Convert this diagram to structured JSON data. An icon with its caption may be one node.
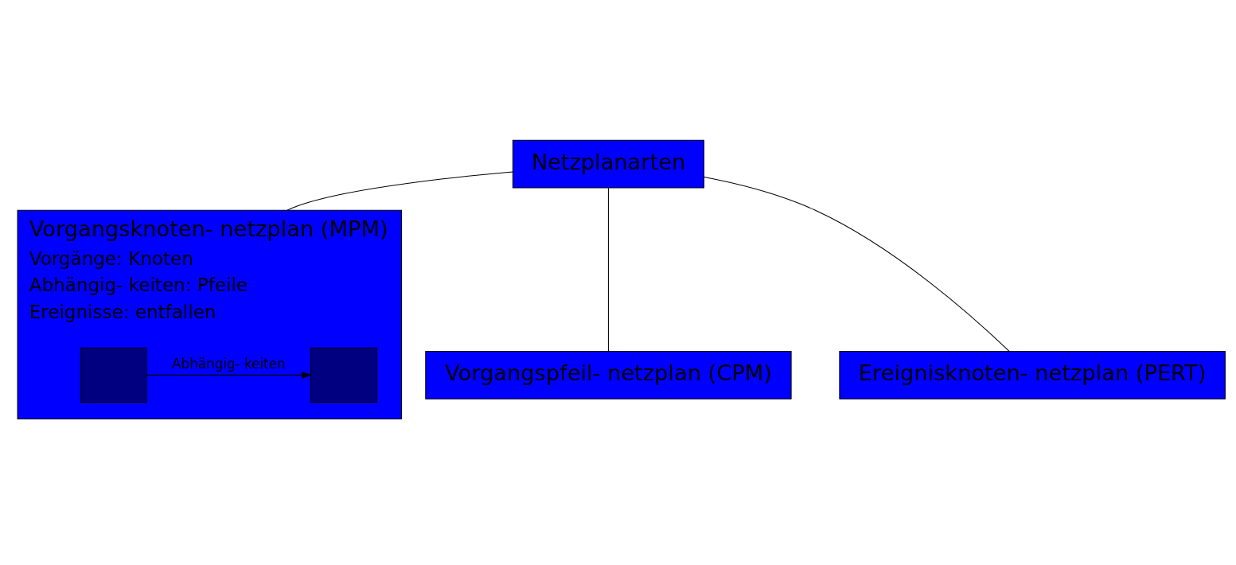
{
  "diagram": {
    "nodes": [
      {
        "text": [
          "Netzplanarten"
        ]
      },
      {
        "text": [
          "Vorgangsknoten- netzplan (MPM)",
          "Vorgänge: Knoten",
          "Abhängig- keiten: Pfeile",
          "Ereignisse: entfallen"
        ]
      },
      {
        "text": [],
        "shape": "box",
        "in": 1
      },
      {
        "text": [],
        "shape": "box",
        "in": 1
      },
      {
        "text": [
          "Vorgangspfeil- netzplan (CPM)"
        ]
      },
      {
        "text": [
          "Ereignisknoten- netzplan (PERT)"
        ]
      }
    ],
    "edges": [
      {
        "from": 0,
        "to": 1,
        "arrow": "none"
      },
      {
        "from": 0,
        "to": 4,
        "arrow": "none"
      },
      {
        "from": 0,
        "to": 5,
        "arrow": "none"
      },
      {
        "from": 2,
        "to": 3,
        "arrow": "to",
        "label": "Abhängig- keiten"
      }
    ]
  }
}
